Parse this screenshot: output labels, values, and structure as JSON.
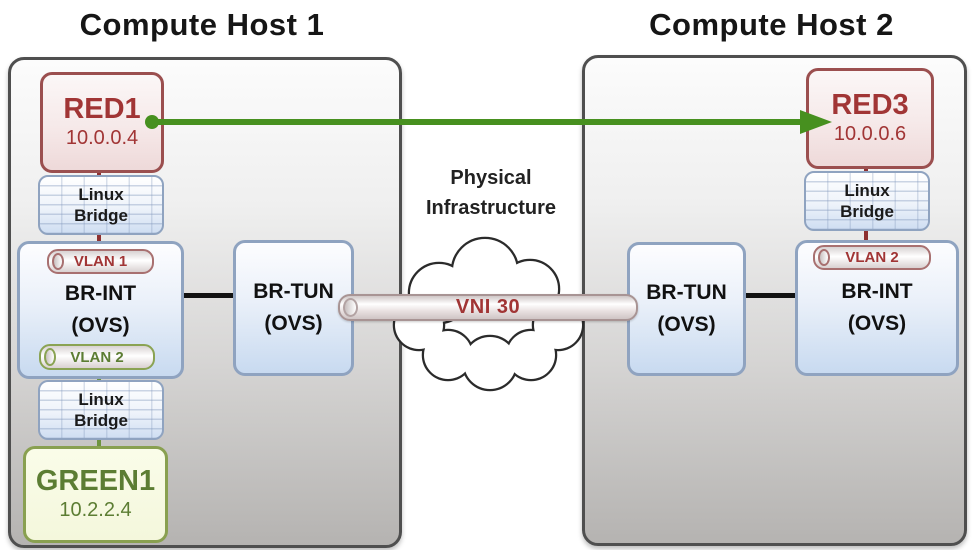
{
  "diagram": {
    "host1": {
      "title": "Compute Host 1",
      "vm_red": {
        "name": "RED1",
        "ip": "10.0.0.4"
      },
      "bridge_top": {
        "line1": "Linux",
        "line2": "Bridge"
      },
      "vlan_tag_red": "VLAN 1",
      "br_int": {
        "name": "BR-INT",
        "type": "(OVS)"
      },
      "vlan_tag_green": "VLAN 2",
      "bridge_bottom": {
        "line1": "Linux",
        "line2": "Bridge"
      },
      "vm_green": {
        "name": "GREEN1",
        "ip": "10.2.2.4"
      },
      "br_tun": {
        "name": "BR-TUN",
        "type": "(OVS)"
      }
    },
    "host2": {
      "title": "Compute Host 2",
      "vm_red": {
        "name": "RED3",
        "ip": "10.0.0.6"
      },
      "bridge_top": {
        "line1": "Linux",
        "line2": "Bridge"
      },
      "vlan_tag_red": "VLAN 2",
      "br_int": {
        "name": "BR-INT",
        "type": "(OVS)"
      },
      "br_tun": {
        "name": "BR-TUN",
        "type": "(OVS)"
      }
    },
    "infrastructure": {
      "label_line1": "Physical",
      "label_line2": "Infrastructure",
      "tunnel_label": "VNI 30"
    },
    "colors": {
      "red_accent": "#a13535",
      "red_border": "#9b4f4f",
      "green_accent": "#5c7d33",
      "green_border": "#89a050",
      "arrow_green": "#47901f",
      "blue_box_border": "#8fa3c0",
      "host_border": "#4f4f4f",
      "black_link": "#121212"
    }
  }
}
